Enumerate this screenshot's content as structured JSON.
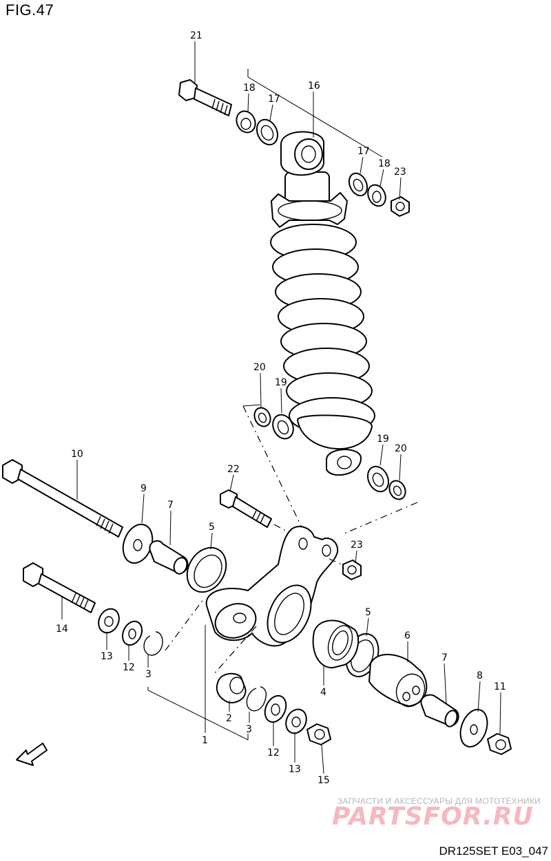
{
  "figure": {
    "title": "FIG.47",
    "code": "DR125SET E03_047"
  },
  "watermark": {
    "caption": "ЗАПЧАСТИ И АКСЕССУАРЫ ДЛЯ МОТОТЕХНИКИ",
    "logo": "PARTSFOR.RU"
  },
  "fwd_label": "FWD",
  "callouts": [
    {
      "id": "c21a",
      "label": "21"
    },
    {
      "id": "c18a",
      "label": "18"
    },
    {
      "id": "c17a",
      "label": "17"
    },
    {
      "id": "c16",
      "label": "16"
    },
    {
      "id": "c17b",
      "label": "17"
    },
    {
      "id": "c18b",
      "label": "18"
    },
    {
      "id": "c23a",
      "label": "23"
    },
    {
      "id": "c20a",
      "label": "20"
    },
    {
      "id": "c19a",
      "label": "19"
    },
    {
      "id": "c19b",
      "label": "19"
    },
    {
      "id": "c20b",
      "label": "20"
    },
    {
      "id": "c10",
      "label": "10"
    },
    {
      "id": "c22",
      "label": "22"
    },
    {
      "id": "c9",
      "label": "9"
    },
    {
      "id": "c7a",
      "label": "7"
    },
    {
      "id": "c5a",
      "label": "5"
    },
    {
      "id": "c23b",
      "label": "23"
    },
    {
      "id": "c14",
      "label": "14"
    },
    {
      "id": "c13a",
      "label": "13"
    },
    {
      "id": "c12a",
      "label": "12"
    },
    {
      "id": "c3a",
      "label": "3"
    },
    {
      "id": "c5b",
      "label": "5"
    },
    {
      "id": "c6",
      "label": "6"
    },
    {
      "id": "c4",
      "label": "4"
    },
    {
      "id": "c7b",
      "label": "7"
    },
    {
      "id": "c8",
      "label": "8"
    },
    {
      "id": "c11",
      "label": "11"
    },
    {
      "id": "c2",
      "label": "2"
    },
    {
      "id": "c3b",
      "label": "3"
    },
    {
      "id": "c1",
      "label": "1"
    },
    {
      "id": "c12b",
      "label": "12"
    },
    {
      "id": "c13b",
      "label": "13"
    },
    {
      "id": "c15",
      "label": "15"
    }
  ]
}
